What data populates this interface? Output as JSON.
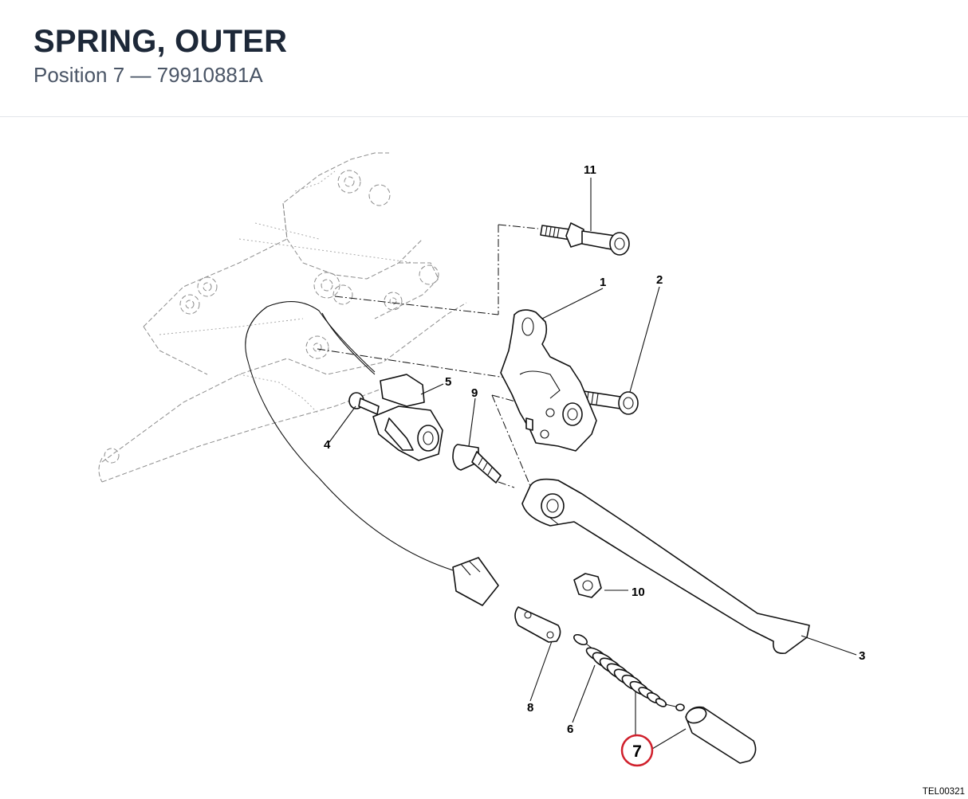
{
  "header": {
    "title": "SPRING, OUTER",
    "subtitle_prefix": "Position",
    "position": "7",
    "separator": "—",
    "part_number": "79910881A"
  },
  "diagram": {
    "callouts": [
      "1",
      "2",
      "3",
      "4",
      "5",
      "6",
      "7",
      "8",
      "9",
      "10",
      "11"
    ],
    "highlighted_callout": "7",
    "drawing_code": "TEL00321",
    "highlight_color": "#d0202c"
  }
}
